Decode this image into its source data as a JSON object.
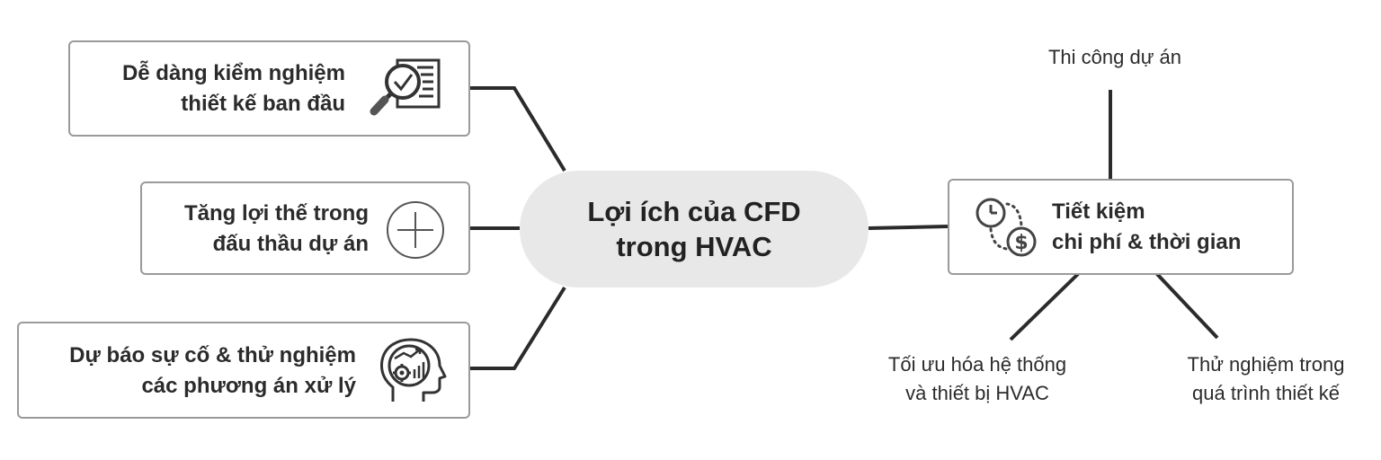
{
  "center": {
    "line1": "Lợi ích của CFD",
    "line2": "trong HVAC"
  },
  "left_nodes": [
    {
      "line1": "Dễ dàng kiểm nghiệm",
      "line2": "thiết kế ban đầu",
      "icon": "magnifier-checklist-icon"
    },
    {
      "line1": "Tăng lợi thế trong",
      "line2": "đấu thầu dự án",
      "icon": "plus-circle-icon"
    },
    {
      "line1": "Dự báo sự cố & thử nghiệm",
      "line2": "các phương án xử lý",
      "icon": "head-gear-analytics-icon"
    }
  ],
  "right_node": {
    "line1": "Tiết kiệm",
    "line2": "chi phí & thời gian",
    "icon": "clock-dollar-icon"
  },
  "leaves": {
    "top": "Thi công dự án",
    "bottom_left": {
      "line1": "Tối ưu hóa hệ thống",
      "line2": "và thiết bị HVAC"
    },
    "bottom_right": {
      "line1": "Thử nghiệm trong",
      "line2": "quá trình thiết kế"
    }
  }
}
